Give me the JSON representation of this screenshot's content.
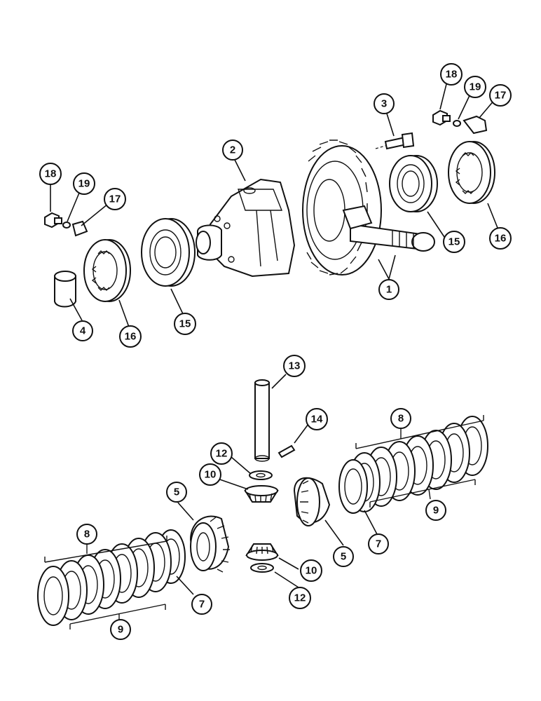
{
  "diagram": {
    "callouts": [
      {
        "id": "c1",
        "label": "1"
      },
      {
        "id": "c2",
        "label": "2"
      },
      {
        "id": "c3",
        "label": "3"
      },
      {
        "id": "c4",
        "label": "4"
      },
      {
        "id": "c5a",
        "label": "5"
      },
      {
        "id": "c5b",
        "label": "5"
      },
      {
        "id": "c7a",
        "label": "7"
      },
      {
        "id": "c7b",
        "label": "7"
      },
      {
        "id": "c8a",
        "label": "8"
      },
      {
        "id": "c8b",
        "label": "8"
      },
      {
        "id": "c9a",
        "label": "9"
      },
      {
        "id": "c9b",
        "label": "9"
      },
      {
        "id": "c10a",
        "label": "10"
      },
      {
        "id": "c10b",
        "label": "10"
      },
      {
        "id": "c12a",
        "label": "12"
      },
      {
        "id": "c12b",
        "label": "12"
      },
      {
        "id": "c13",
        "label": "13"
      },
      {
        "id": "c14",
        "label": "14"
      },
      {
        "id": "c15a",
        "label": "15"
      },
      {
        "id": "c15b",
        "label": "15"
      },
      {
        "id": "c16a",
        "label": "16"
      },
      {
        "id": "c16b",
        "label": "16"
      },
      {
        "id": "c17a",
        "label": "17"
      },
      {
        "id": "c17b",
        "label": "17"
      },
      {
        "id": "c18a",
        "label": "18"
      },
      {
        "id": "c18b",
        "label": "18"
      },
      {
        "id": "c19a",
        "label": "19"
      },
      {
        "id": "c19b",
        "label": "19"
      }
    ]
  }
}
